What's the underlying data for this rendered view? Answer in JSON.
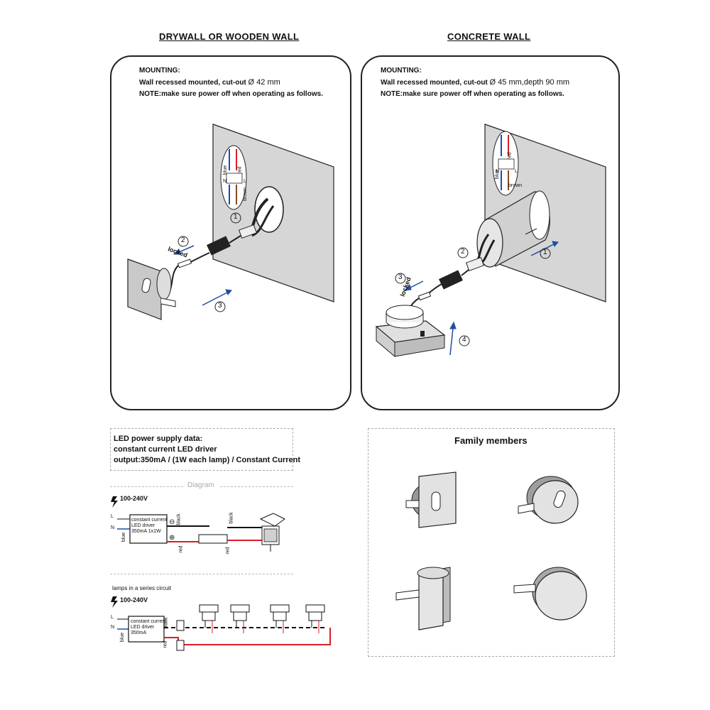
{
  "drywall": {
    "heading": "DRYWALL OR WOODEN WALL",
    "mounting_label": "MOUNTING:",
    "line1_prefix": "Wall recessed mounted, cut-out",
    "line1_value": "Ø 42 mm",
    "note": "NOTE:make sure power off when operating as follows.",
    "steps": [
      "1",
      "2",
      "3"
    ],
    "locked_label": "locked",
    "wire_labels": {
      "blue": "blue",
      "red": "red",
      "brown": "brown",
      "n": "N",
      "l": "L"
    }
  },
  "concrete": {
    "heading": "CONCRETE WALL",
    "mounting_label": "MOUNTING:",
    "line1_prefix": "Wall recessed mounted, cut-out",
    "line1_value": "Ø 45 mm,depth 90 mm",
    "note": "NOTE:make sure power off when operating as follows.",
    "steps": [
      "1",
      "2",
      "3",
      "4"
    ],
    "locked_label": "locked",
    "wire_labels": {
      "blue": "blue",
      "red": "red",
      "brown": "brown",
      "n": "N",
      "l": "L"
    }
  },
  "power_supply": {
    "line1": "LED power supply data:",
    "line2": "constant current LED driver",
    "line3": "output:350mA / (1W each lamp) / Constant Current"
  },
  "diagram": {
    "section_label": "Diagram",
    "voltage": "100-240V",
    "driver_line1": "constant current",
    "driver_line2": "LED driver",
    "driver_line3": "350mA 1x1W",
    "l_label": "L",
    "n_label": "N",
    "blue_label": "blue",
    "minus_symbol": "⊖",
    "plus_symbol": "⊕",
    "black_label": "black",
    "red_label": "red"
  },
  "series": {
    "title": "lamps in a series circuit",
    "voltage": "100-240V",
    "driver_line1": "constant current",
    "driver_line2": "LED driver",
    "driver_line3": "350mA",
    "l_label": "L",
    "n_label": "N",
    "blue_label": "blue",
    "black_label": "black",
    "red_label": "red"
  },
  "family": {
    "title": "Family members"
  },
  "colors": {
    "wire_blue": "#1a4fa8",
    "wire_red": "#d81f26",
    "arrow_blue": "#1f4ea0",
    "wall_gray": "#d9d9d9"
  }
}
